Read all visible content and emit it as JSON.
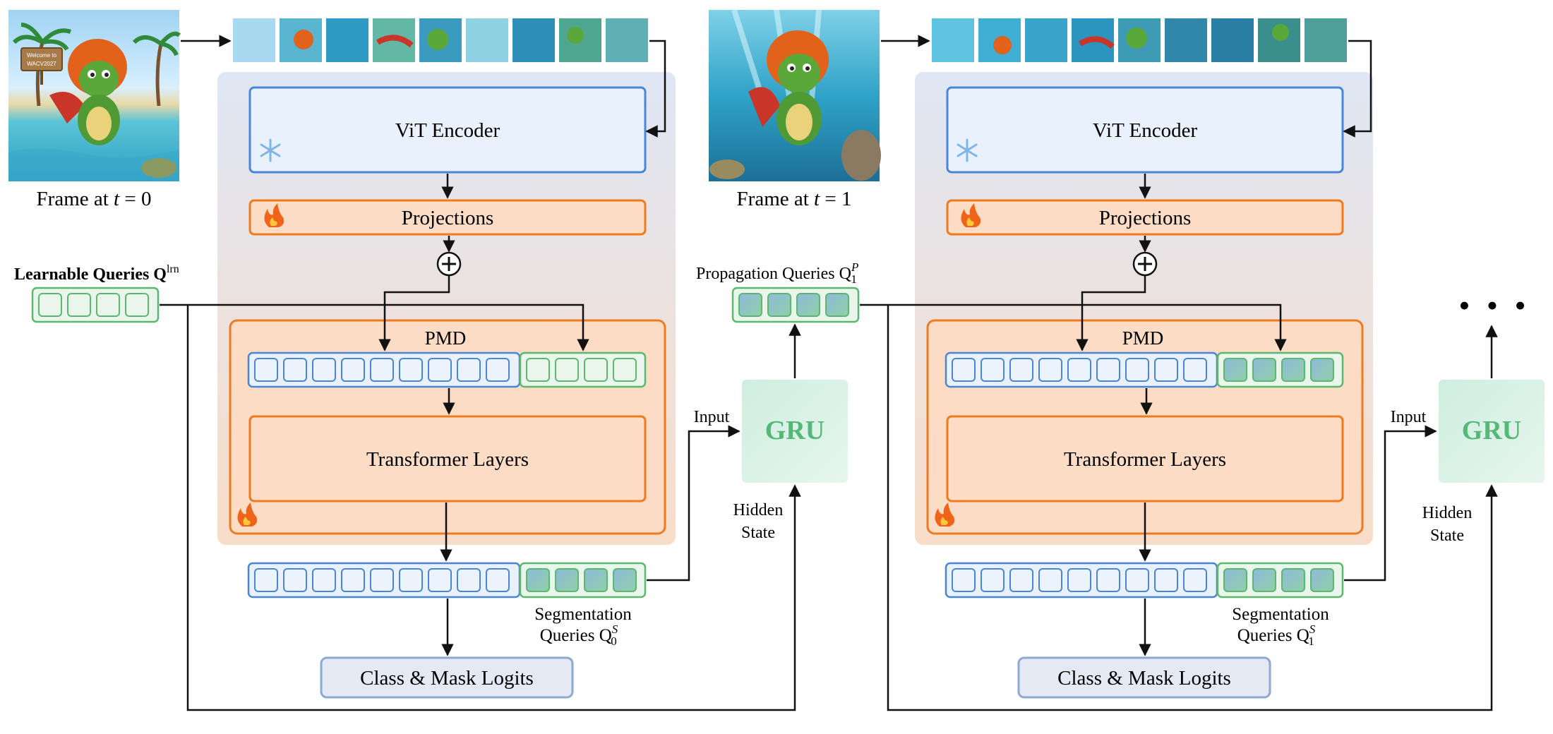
{
  "frames": [
    {
      "caption": "Frame at t = 0"
    },
    {
      "caption": "Frame at t = 1"
    }
  ],
  "frame0_sign": {
    "line1": "Welcome to",
    "line2": "WACV2027"
  },
  "blocks": {
    "vit": "ViT Encoder",
    "projections": "Projections",
    "pmd": "PMD",
    "transformer": "Transformer Layers",
    "logits": "Class & Mask Logits",
    "gru": "GRU"
  },
  "labels": {
    "learnable_queries": "Learnable Queries Q",
    "learnable_sup": "lrn",
    "propagation_queries": "Propagation Queries Q",
    "propagation_sup": "P",
    "propagation_sub": "1",
    "segmentation_line1": "Segmentation",
    "segmentation_line2": "Queries Q",
    "seg_sup": "S",
    "seg_sub_0": "0",
    "seg_sub_1": "1",
    "input": "Input",
    "hidden_line1": "Hidden",
    "hidden_line2": "State",
    "ellipsis": "• • •"
  },
  "colors": {
    "panel_top": "#dfe6f4",
    "panel_bottom": "#f8ddc9",
    "blue_border": "#4a86d8",
    "blue_fill": "#e9f1fc",
    "orange_border": "#f07a1e",
    "orange_fill": "#fcdcc4",
    "green_border": "#5cb86e",
    "green_fill": "#eaf6ec",
    "gru_fill": "#d7f1e3",
    "gru_text": "#56b877",
    "logits_fill": "#e4e9f4",
    "logits_border": "#8ea8d6"
  },
  "icons": [
    "snowflake-icon",
    "fire-icon"
  ]
}
